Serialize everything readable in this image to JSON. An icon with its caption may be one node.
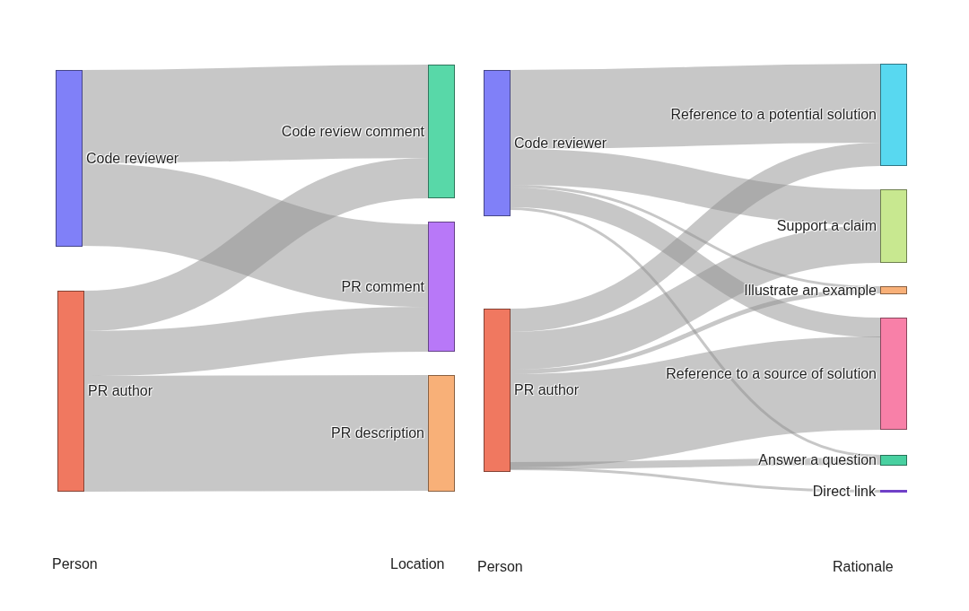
{
  "diagram": {
    "nodes": [
      {
        "text": [
          "Code reviewer"
        ]
      },
      {
        "text": [
          "PR author"
        ]
      },
      {
        "text": [
          "Code review comment"
        ]
      },
      {
        "text": [
          "PR comment"
        ]
      },
      {
        "text": [
          "PR description"
        ]
      },
      {
        "text": [
          "Code reviewer"
        ]
      },
      {
        "text": [
          "PR author"
        ]
      },
      {
        "text": [
          "Reference to a potential solution"
        ]
      },
      {
        "text": [
          "Support a claim"
        ]
      },
      {
        "text": [
          "Illustrate an example"
        ]
      },
      {
        "text": [
          "Reference to a source of solution"
        ]
      },
      {
        "text": [
          "Answer a question"
        ]
      },
      {
        "text": [
          "Direct link"
        ]
      }
    ],
    "edges": [
      {
        "from": 0,
        "to": 2,
        "arrow": "none",
        "style": "thick"
      },
      {
        "from": 0,
        "to": 3,
        "arrow": "none",
        "style": "thick"
      },
      {
        "from": 1,
        "to": 2,
        "arrow": "none"
      },
      {
        "from": 1,
        "to": 3,
        "arrow": "none"
      },
      {
        "from": 1,
        "to": 4,
        "arrow": "none",
        "style": "thick"
      },
      {
        "from": 5,
        "to": 7,
        "arrow": "none",
        "style": "thick"
      },
      {
        "from": 5,
        "to": 8,
        "arrow": "none"
      },
      {
        "from": 5,
        "to": 9,
        "arrow": "none"
      },
      {
        "from": 5,
        "to": 10,
        "arrow": "none"
      },
      {
        "from": 5,
        "to": 11,
        "arrow": "none"
      },
      {
        "from": 6,
        "to": 7,
        "arrow": "none"
      },
      {
        "from": 6,
        "to": 8,
        "arrow": "none"
      },
      {
        "from": 6,
        "to": 9,
        "arrow": "none"
      },
      {
        "from": 6,
        "to": 10,
        "arrow": "none",
        "style": "thick"
      },
      {
        "from": 6,
        "to": 11,
        "arrow": "none"
      },
      {
        "from": 6,
        "to": 12,
        "arrow": "none"
      }
    ],
    "labels": [
      "Person",
      "Location",
      "Person",
      "Rationale"
    ]
  }
}
